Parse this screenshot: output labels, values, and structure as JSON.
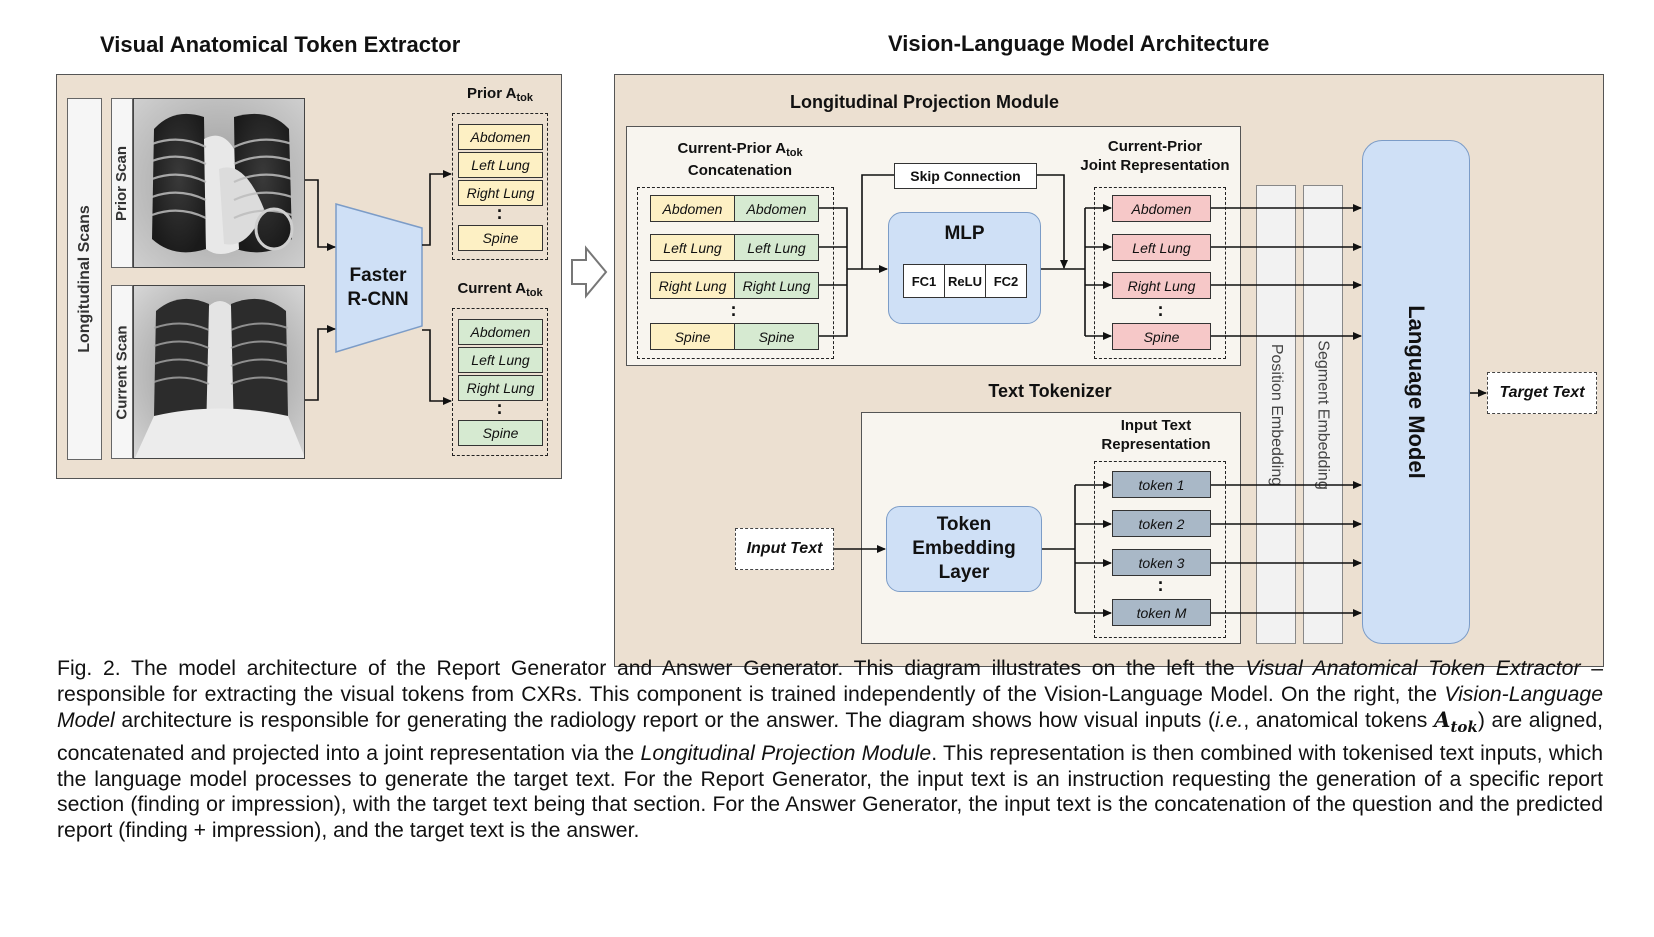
{
  "titles": {
    "left": "Visual Anatomical Token Extractor",
    "right": "Vision-Language Model Architecture"
  },
  "extractor": {
    "longitudinal_label": "Longitudinal Scans",
    "prior_scan_label": "Prior Scan",
    "current_scan_label": "Current Scan",
    "rcnn_line1": "Faster",
    "rcnn_line2": "R-CNN",
    "prior_title": "Prior A",
    "current_title": "Current A",
    "subscript": "tok",
    "tokens": [
      "Abdomen",
      "Left Lung",
      "Right Lung",
      "Spine"
    ]
  },
  "projection": {
    "title": "Longitudinal Projection Module",
    "concat_line1": "Current-Prior A",
    "concat_sub": "tok",
    "concat_line2": "Concatenation",
    "skip": "Skip Connection",
    "mlp": "MLP",
    "fc1": "FC1",
    "relu": "ReLU",
    "fc2": "FC2",
    "joint_line1": "Current-Prior",
    "joint_line2": "Joint Representation"
  },
  "tokenizer": {
    "title": "Text Tokenizer",
    "input_text": "Input Text",
    "layer_line1": "Token",
    "layer_line2": "Embedding",
    "layer_line3": "Layer",
    "repr_line1": "Input Text",
    "repr_line2": "Representation",
    "tokens": [
      "token 1",
      "token 2",
      "token 3",
      "token M"
    ]
  },
  "model": {
    "position_embedding": "Position Embedding",
    "segment_embedding": "Segment Embedding",
    "language_model": "Language Model",
    "target_text": "Target Text"
  },
  "caption": {
    "p1": "Fig. 2.   The model architecture of the Report Generator and Answer Generator. This diagram illustrates on the left the ",
    "i1": "Visual Anatomical Token Extractor",
    "p2": " – responsible for extracting the visual tokens from CXRs. This component is trained independently of the Vision-Language Model. On the right, the ",
    "i2": "Vision-Language Model",
    "p3": " architecture is responsible for generating the radiology report or the answer. The diagram shows how visual inputs (",
    "i3": "i.e.",
    "p4": ", anatomical tokens ",
    "math": "A",
    "math_sub": "tok",
    "p5": ") are aligned, concatenated and projected into a joint representation via the ",
    "i4": "Longitudinal Projection Module",
    "p6": ". This representation is then combined with tokenised text inputs, which the language model processes to generate the target text. For the Report Generator, the input text is an instruction requesting the generation of a specific report section (finding or impression), with the target text being that section. For the Answer Generator, the input text is the concatenation of the question and the predicted report (finding + impression), and the target text is the answer."
  }
}
